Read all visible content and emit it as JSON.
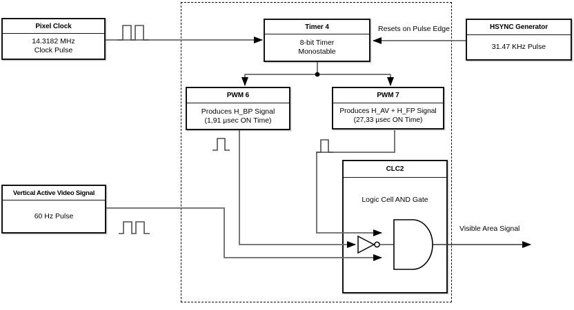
{
  "blocks": {
    "pixel_clock": {
      "title": "Pixel Clock",
      "line1": "14.3182 MHz",
      "line2": "Clock Pulse"
    },
    "timer4": {
      "title": "Timer 4",
      "line1": "8-bit Timer",
      "line2": "Monostable"
    },
    "hsync": {
      "title": "HSYNC Generator",
      "line1": "31.47 KHz Pulse"
    },
    "pwm6": {
      "title": "PWM 6",
      "line1": "Produces H_BP Signal",
      "line2": "(1,91 µsec ON Time)"
    },
    "pwm7": {
      "title": "PWM 7",
      "line1": "Produces H_AV + H_FP Signal",
      "line2": "(27,33 µsec ON Time)"
    },
    "vertical_video": {
      "title": "Vertical Active Video Signal",
      "line1": "60 Hz Pulse"
    },
    "clc2": {
      "title": "CLC2",
      "line1": "Logic Cell AND Gate"
    }
  },
  "labels": {
    "resets_on_pulse_edge": "Resets on Pulse Edge",
    "visible_area_signal": "Visible Area Signal"
  },
  "icons": {
    "pixel_clock_pulse": "double-pulse-waveform",
    "vertical_video_pulse": "double-pulse-waveform",
    "pwm6_pulse": "single-pulse-waveform",
    "pwm7_pulse": "single-pulse-waveform",
    "not_gate": "inverter-triangle-with-bubble",
    "and_gate": "and-gate-d-shape"
  },
  "colors": {
    "background": "#ffffff",
    "box_fill": "#ffffff",
    "box_border": "#111111",
    "wire": "#666666",
    "pulse": "#4d4d4d",
    "arrowhead": "#000000",
    "text": "#000000"
  }
}
